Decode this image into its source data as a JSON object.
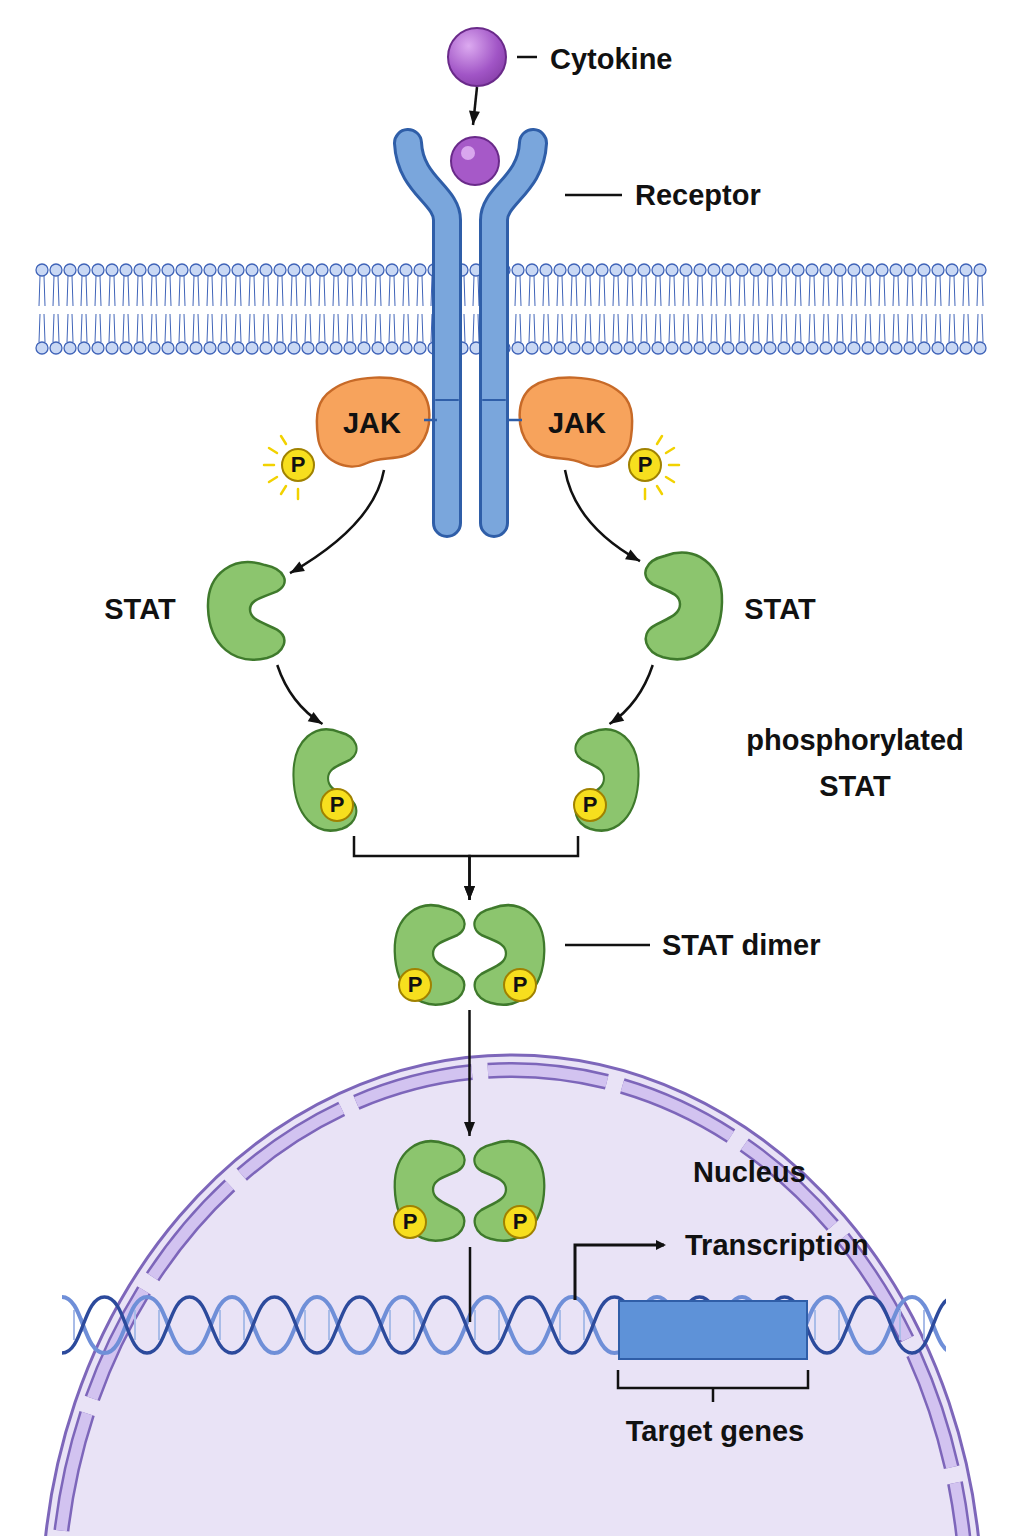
{
  "diagram": {
    "nodes": [
      {
        "text": [
          "Cytokine"
        ]
      },
      {
        "text": [
          "Receptor"
        ]
      },
      {
        "text": [
          "JAK"
        ]
      },
      {
        "text": [
          "P"
        ],
        "in": 2
      },
      {
        "text": [
          "JAK"
        ]
      },
      {
        "text": [
          "P"
        ],
        "in": 4
      },
      {
        "text": [
          "STAT"
        ]
      },
      {
        "text": [
          "STAT"
        ]
      },
      {
        "text": []
      },
      {
        "text": [
          "P"
        ],
        "in": 8
      },
      {
        "text": [
          "phosphorylated STAT"
        ]
      },
      {
        "text": [
          "P"
        ],
        "in": 10
      },
      {
        "text": [
          "STAT dimer"
        ]
      },
      {
        "text": [
          "P"
        ],
        "in": 12
      },
      {
        "text": [
          "P"
        ],
        "in": 12
      },
      {
        "text": [
          "Nucleus"
        ]
      },
      {
        "text": [],
        "in": 15
      },
      {
        "text": [
          "P"
        ],
        "in": 16
      },
      {
        "text": [
          "P"
        ],
        "in": 16
      },
      {
        "text": [
          "Target genes"
        ],
        "in": 15
      }
    ],
    "edges": [
      {
        "from": 0,
        "to": 1,
        "arrow": "to"
      },
      {
        "from": 2,
        "to": 6,
        "arrow": "to"
      },
      {
        "from": 4,
        "to": 7,
        "arrow": "to"
      },
      {
        "from": 6,
        "to": 8,
        "arrow": "to"
      },
      {
        "from": 7,
        "to": 10,
        "arrow": "to"
      },
      {
        "from": 8,
        "to": 12,
        "arrow": "to"
      },
      {
        "from": 10,
        "to": 12,
        "arrow": "to"
      },
      {
        "from": 12,
        "to": 16,
        "arrow": "to"
      }
    ],
    "labels": [
      "Transcription"
    ]
  }
}
